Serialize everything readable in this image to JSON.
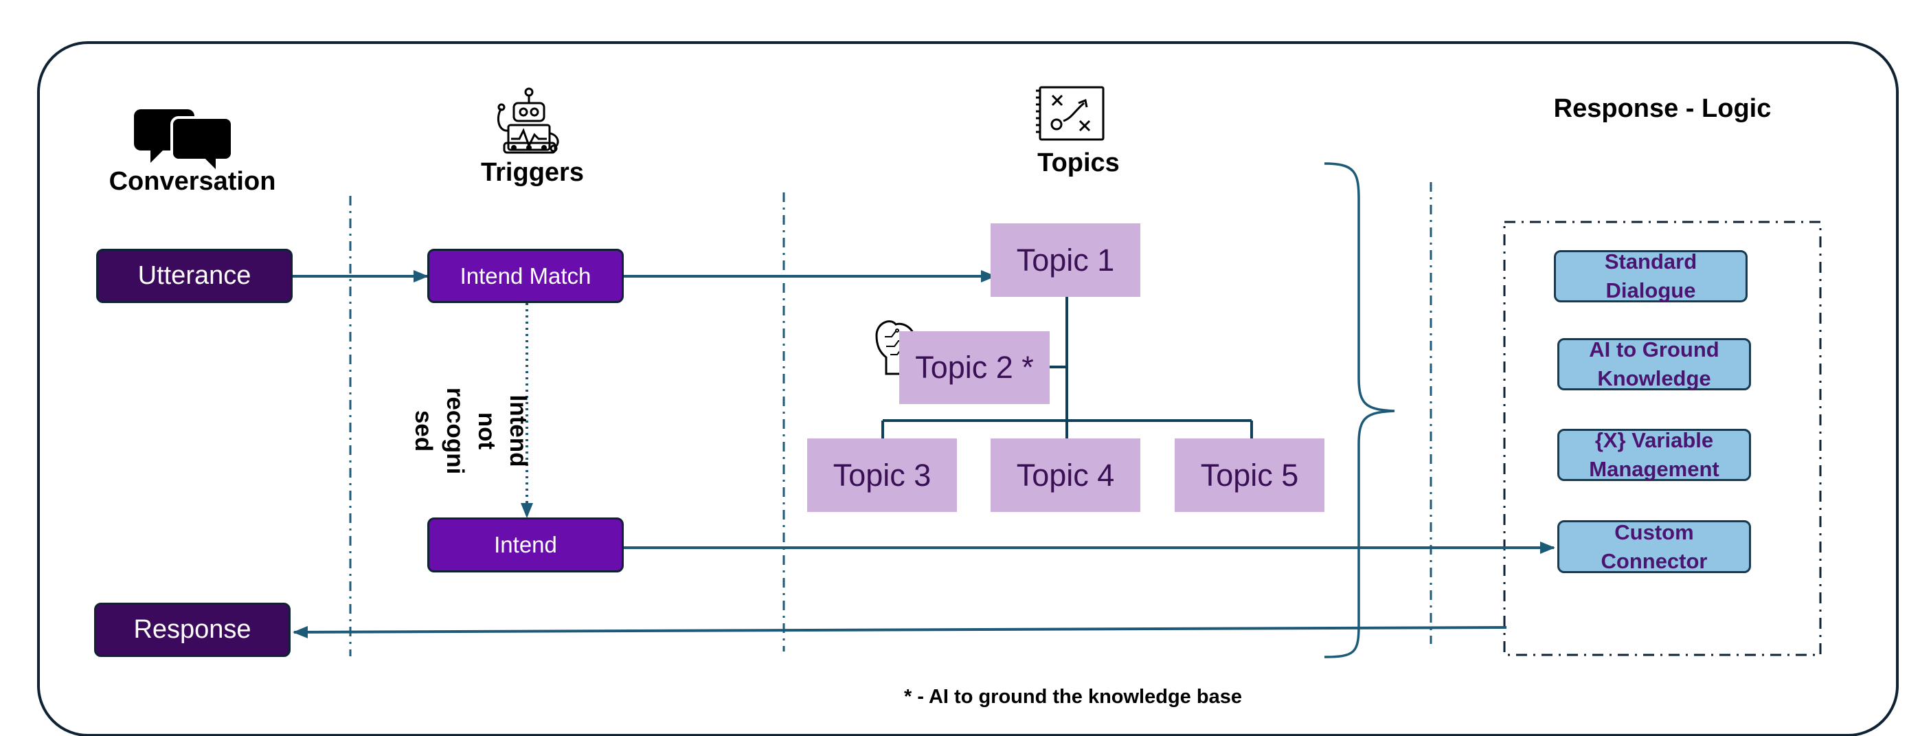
{
  "columns": {
    "conversation": "Conversation",
    "triggers": "Triggers",
    "topics": "Topics",
    "response_logic": "Response - Logic"
  },
  "conversation": {
    "utterance": "Utterance",
    "response": "Response"
  },
  "triggers": {
    "intend_match": "Intend Match",
    "intend": "Intend",
    "not_recognised_label": "Intend\nnot\nrecogni\nsed"
  },
  "topics": {
    "topic1": "Topic 1",
    "topic2": "Topic 2 *",
    "topic3": "Topic 3",
    "topic4": "Topic 4",
    "topic5": "Topic 5"
  },
  "response_logic": {
    "items": [
      "Standard\nDialogue",
      "AI to Ground\nKnowledge",
      "{X} Variable\nManagement",
      "Custom\nConnector"
    ]
  },
  "footnote": "* - AI to ground the knowledge base",
  "colors": {
    "frame": "#0f2233",
    "arrow": "#1d5a78",
    "dark_purple": "#3b0a5c",
    "mid_purple": "#6a0dad",
    "topic_fill": "#cdb0dc",
    "logic_fill": "#92c4e4"
  },
  "icons": [
    "chat-bubbles-icon",
    "robot-icon",
    "strategy-board-icon",
    "ai-brain-icon"
  ]
}
